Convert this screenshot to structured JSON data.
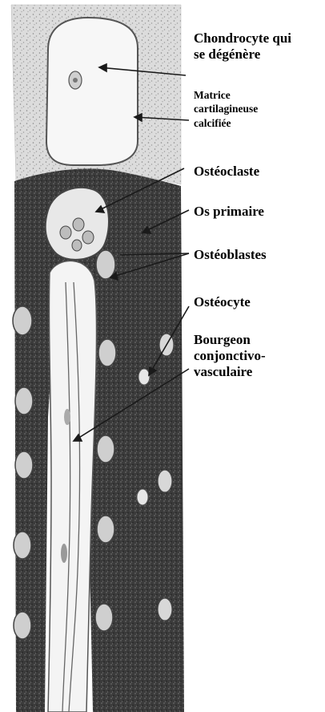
{
  "diagram": {
    "labels": [
      {
        "id": "chondrocyte",
        "text": "Chondrocyte qui\nse dégénère"
      },
      {
        "id": "matrice",
        "text": "Matrice\ncartilagineuse\ncalcifiée"
      },
      {
        "id": "osteoclaste",
        "text": "Ostéoclaste"
      },
      {
        "id": "os-primaire",
        "text": "Os primaire"
      },
      {
        "id": "osteoblastes",
        "text": "Ostéoblastes"
      },
      {
        "id": "osteocyte",
        "text": "Ostéocyte"
      },
      {
        "id": "bourgeon",
        "text": "Bourgeon\nconjonctivo-\nvasculaire"
      }
    ],
    "colors": {
      "matrix": "#d8d8d8",
      "bone": "#3a3a3a",
      "cell": "#bdbdbd",
      "line": "#1a1a1a"
    }
  }
}
